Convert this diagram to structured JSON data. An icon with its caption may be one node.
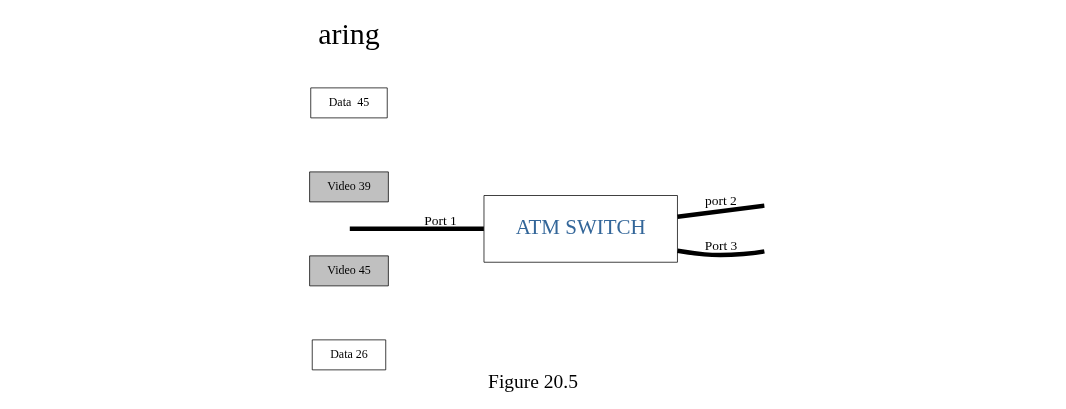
{
  "diagram": {
    "caption": "Figure 20.5",
    "nodes": [
      {
        "text": [
          "Video 45"
        ]
      },
      {
        "text": [
          "Data 26"
        ]
      },
      {
        "text": [
          "ATM SWITCH"
        ]
      },
      {
        "text": [
          "Data  45"
        ]
      },
      {
        "text": [
          "Video 39"
        ]
      }
    ],
    "edges": [
      {
        "from": null,
        "to": 2,
        "arrow": "none",
        "label": "Port 1"
      },
      {
        "from": 2,
        "to": null,
        "arrow": "none",
        "label": "port 2"
      },
      {
        "from": 2,
        "to": null,
        "arrow": "none",
        "label": "Port 3"
      }
    ],
    "labels": [
      "aring"
    ]
  }
}
